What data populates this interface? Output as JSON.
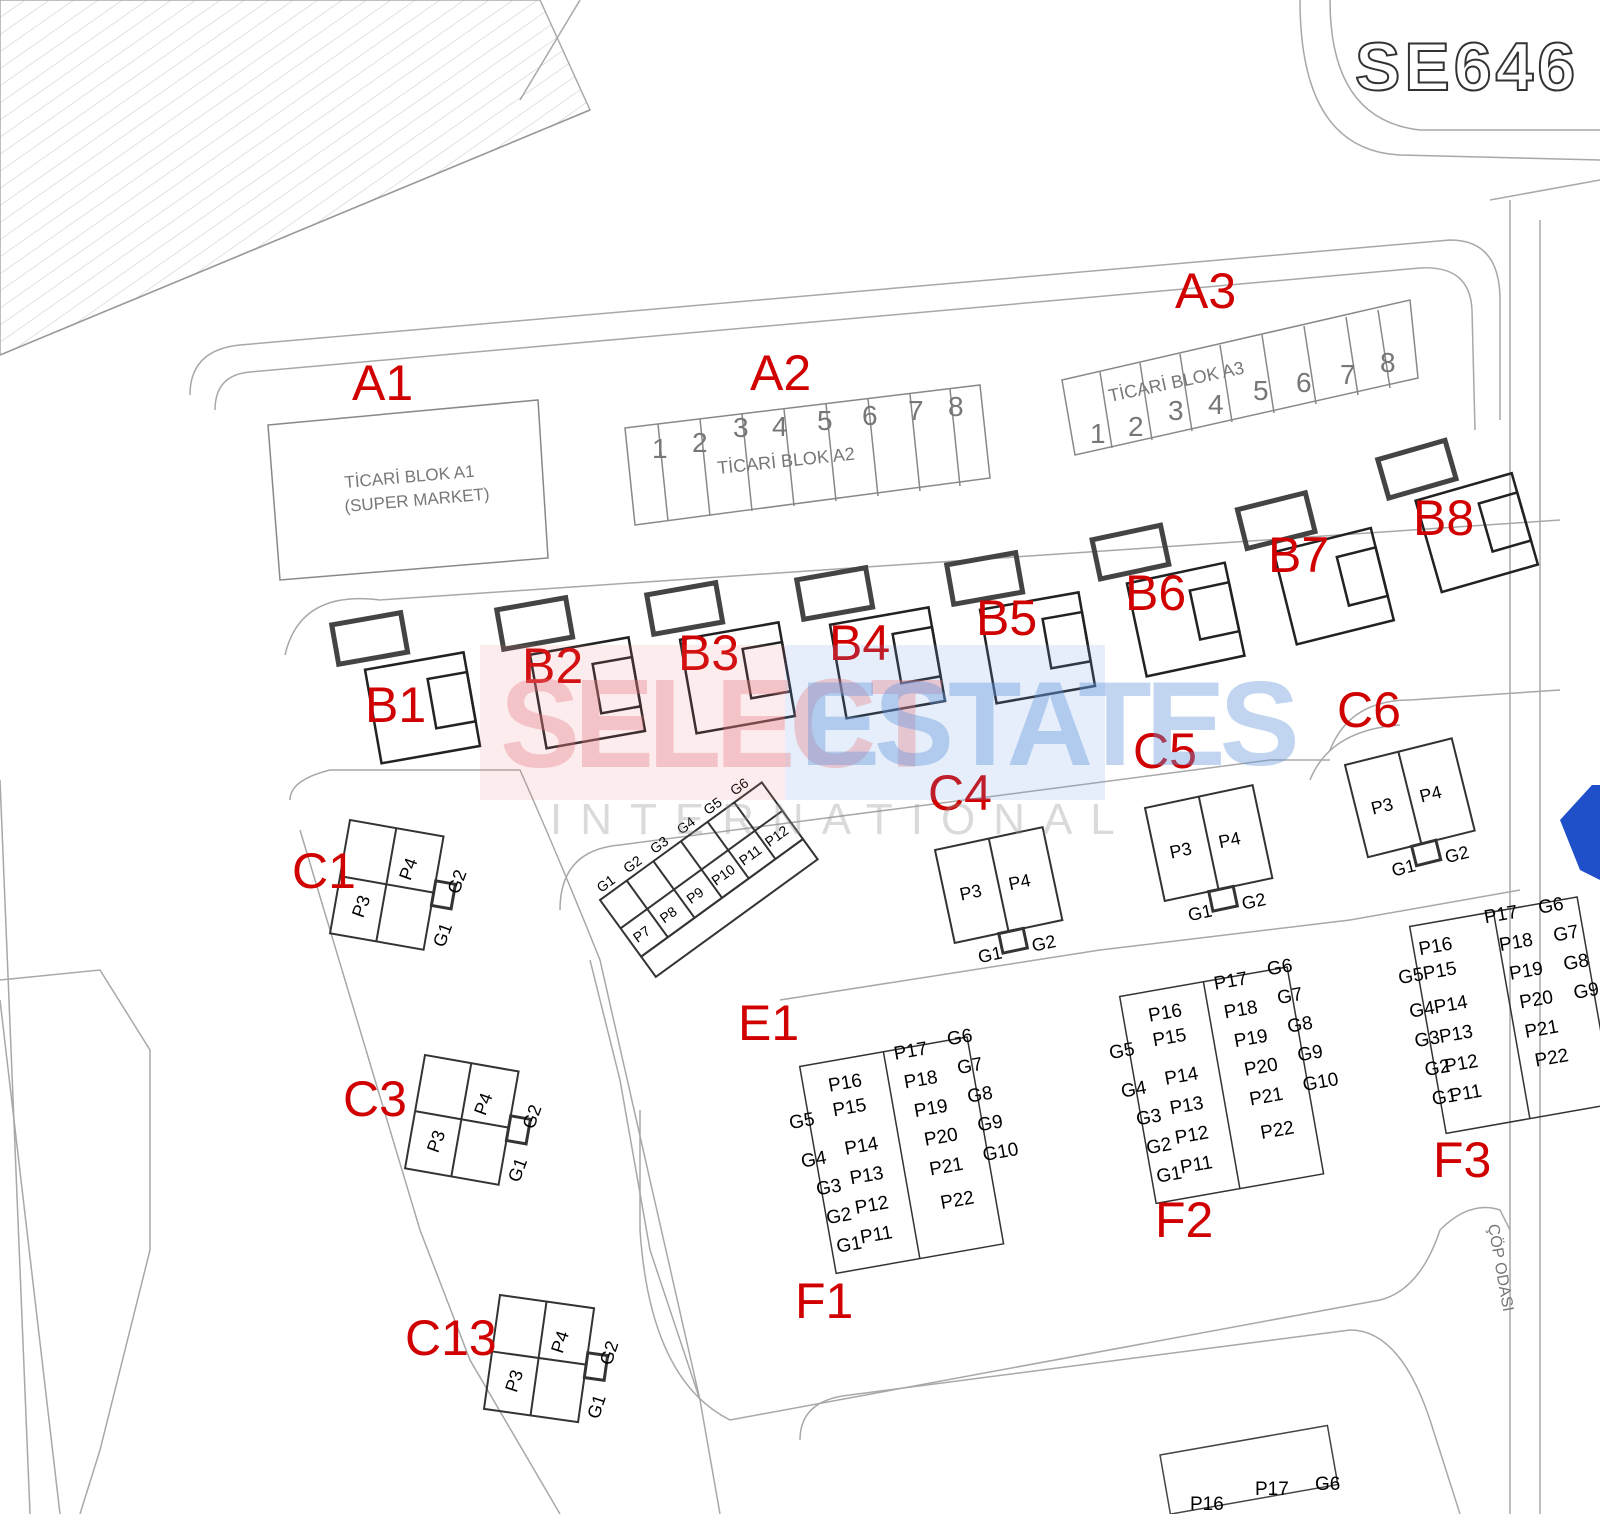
{
  "header": {
    "code": "SE646"
  },
  "watermark": {
    "line1a": "SELECT",
    "line1b": "ESTATES",
    "line2": "INTERNATIONAL"
  },
  "colors": {
    "label_red": "#d10000",
    "line": "#9a9a9a",
    "building": "#222222",
    "hatch": "#c8c8c8",
    "wm_red": "#ef8c96",
    "wm_blue": "#6e9fe6"
  },
  "blocks": {
    "A1": "A1",
    "A2": "A2",
    "A3": "A3",
    "B1": "B1",
    "B2": "B2",
    "B3": "B3",
    "B4": "B4",
    "B5": "B5",
    "B6": "B6",
    "B7": "B7",
    "B8": "B8",
    "C1": "C1",
    "C3": "C3",
    "C13": "C13",
    "C4": "C4",
    "C5": "C5",
    "C6": "C6",
    "E1": "E1",
    "F1": "F1",
    "F2": "F2",
    "F3": "F3"
  },
  "commercial": {
    "a1_line1": "TİCARİ BLOK A1",
    "a1_line2": "(SUPER MARKET)",
    "a2": "TİCARİ BLOK A2",
    "a3": "TİCARİ BLOK A3",
    "a2_units": [
      "1",
      "2",
      "3",
      "4",
      "5",
      "6",
      "7",
      "8"
    ],
    "a3_units": [
      "1",
      "2",
      "3",
      "4",
      "5",
      "6",
      "7",
      "8"
    ]
  },
  "unit_labels": {
    "p3": "P3",
    "p4": "P4",
    "g1": "G1",
    "g2": "G2",
    "e1": [
      "G1",
      "G2",
      "G3",
      "G4",
      "G5",
      "G6",
      "P7",
      "P8",
      "P9",
      "P10",
      "P11",
      "P12"
    ],
    "f_left_p": [
      "P16",
      "P15",
      "P14",
      "P13",
      "P12",
      "P11"
    ],
    "f_right_p": [
      "P17",
      "P18",
      "P19",
      "P20",
      "P21",
      "P22"
    ],
    "f_left_g": [
      "G5",
      "G4",
      "G3",
      "G2",
      "G1"
    ],
    "f_right_g": [
      "G6",
      "G7",
      "G8",
      "G9",
      "G10"
    ]
  },
  "misc": {
    "cop_odasi": "ÇÖP ODASI",
    "bottom_p46": "P16",
    "bottom_p17": "P17",
    "bottom_g6": "G6"
  }
}
